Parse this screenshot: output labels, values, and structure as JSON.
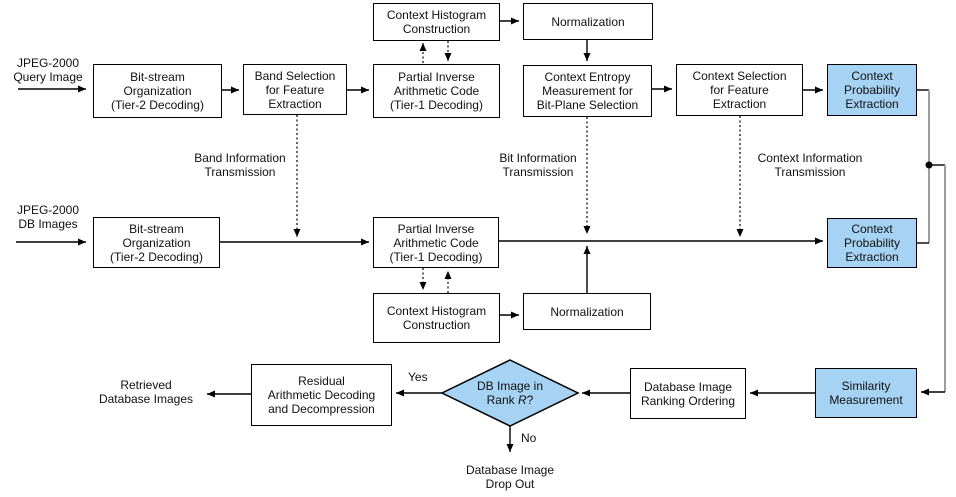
{
  "colors": {
    "highlight": "#a6d2f3",
    "line": "#000000",
    "gray_line": "#9e9e9e"
  },
  "inputs": {
    "query": [
      "JPEG-2000",
      "Query Image"
    ],
    "db": [
      "JPEG-2000",
      "DB Images"
    ]
  },
  "nodes": {
    "ctx_hist_top": [
      "Context Histogram",
      "Construction"
    ],
    "norm_top": [
      "Normalization"
    ],
    "bitstream_query": [
      "Bit-stream",
      "Organization",
      "(Tier-2 Decoding)"
    ],
    "band_sel": [
      "Band Selection",
      "for Feature",
      "Extraction"
    ],
    "partial_top": [
      "Partial Inverse",
      "Arithmetic Code",
      "(Tier-1 Decoding)"
    ],
    "ctx_entropy": [
      "Context Entropy",
      "Measurement for",
      "Bit-Plane Selection"
    ],
    "ctx_sel": [
      "Context Selection",
      "for Feature",
      "Extraction"
    ],
    "ctx_prob_top": [
      "Context",
      "Probability",
      "Extraction"
    ],
    "bitstream_db": [
      "Bit-stream",
      "Organization",
      "(Tier-2 Decoding)"
    ],
    "partial_bot": [
      "Partial Inverse",
      "Arithmetic Code",
      "(Tier-1 Decoding)"
    ],
    "ctx_prob_bot": [
      "Context",
      "Probability",
      "Extraction"
    ],
    "ctx_hist_bot": [
      "Context Histogram",
      "Construction"
    ],
    "norm_bot": [
      "Normalization"
    ],
    "residual": [
      "Residual",
      "Arithmetic Decoding",
      "and Decompression"
    ],
    "ranking": [
      "Database Image",
      "Ranking Ordering"
    ],
    "similarity": [
      "Similarity",
      "Measurement"
    ],
    "decision": {
      "line1": "DB Image in",
      "rank_prefix": "Rank ",
      "rank_var": "R",
      "rank_suffix": "?"
    }
  },
  "edge_labels": {
    "band_info": [
      "Band Information",
      "Transmission"
    ],
    "bit_info": [
      "Bit Information",
      "Transmission"
    ],
    "ctx_info": [
      "Context Information",
      "Transmission"
    ],
    "yes": "Yes",
    "no": "No",
    "retrieved": [
      "Retrieved",
      "Database Images"
    ],
    "drop_out": [
      "Database Image",
      "Drop Out"
    ]
  }
}
